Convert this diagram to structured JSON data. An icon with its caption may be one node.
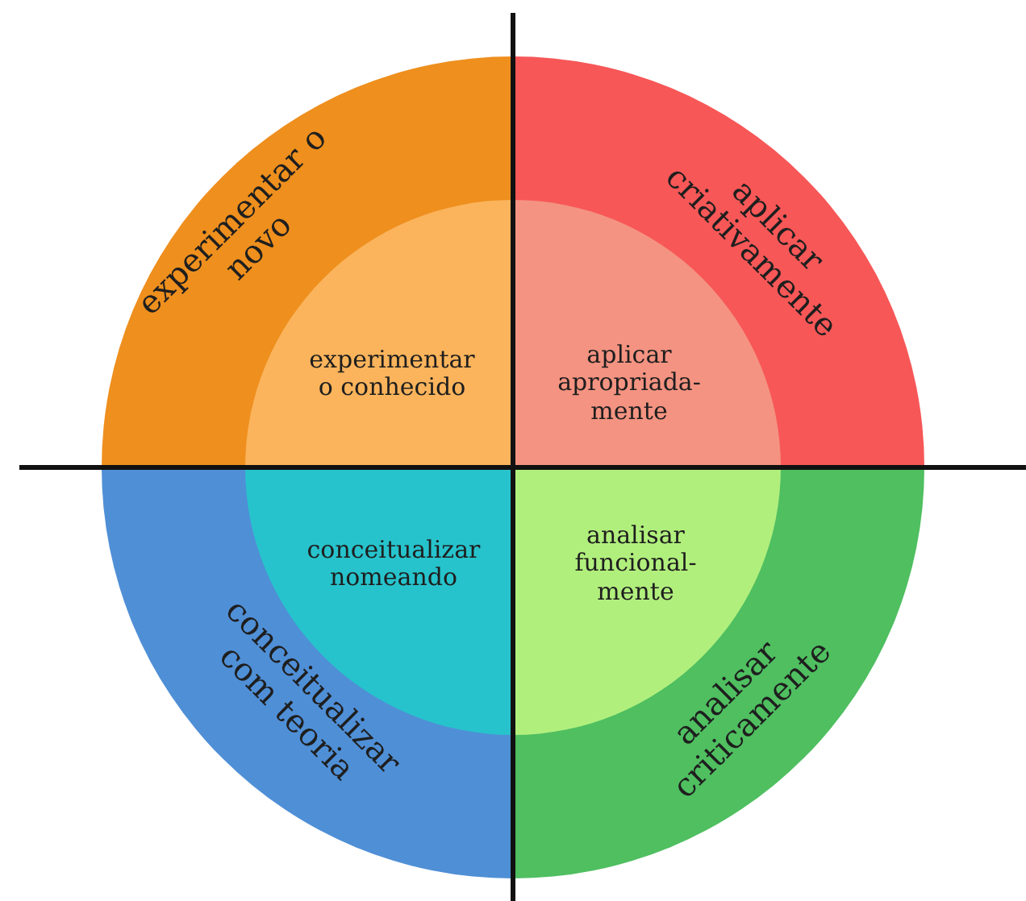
{
  "diagram": {
    "nodes": [
      {
        "text": [
          "experimentar o novo"
        ]
      },
      {
        "text": [
          "experimentar o conhecido"
        ],
        "in": 0
      },
      {
        "text": [
          "aplicar criativamente"
        ]
      },
      {
        "text": [
          "aplicar apropriada- mente"
        ],
        "in": 2
      },
      {
        "text": [
          "conceitualizar com teoria"
        ]
      },
      {
        "text": [
          "conceitualizar nomeando"
        ],
        "in": 4
      },
      {
        "text": [
          "analisar criticamente"
        ]
      },
      {
        "text": [
          "analisar funcional- mente"
        ],
        "in": 6
      }
    ]
  }
}
